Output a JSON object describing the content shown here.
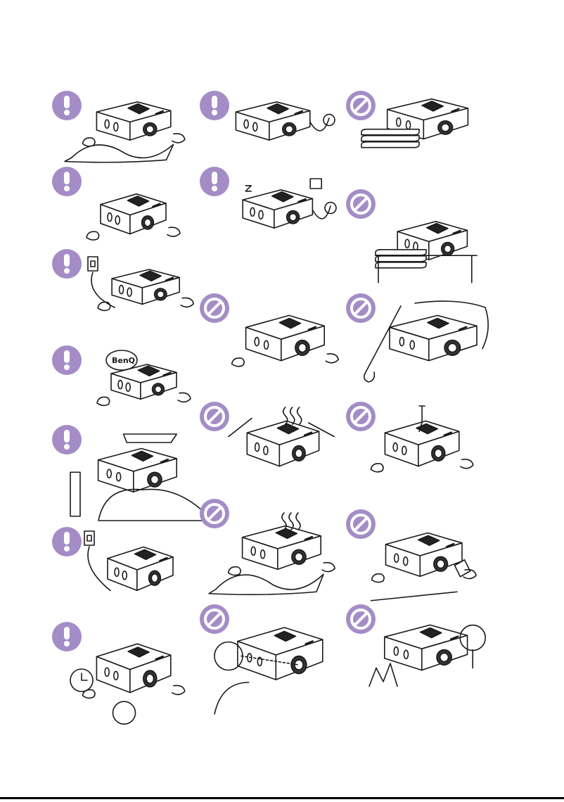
{
  "colors": {
    "badge_purple": "#a48dc6",
    "line": "#1a1a1a",
    "footer_rule": "#000000"
  },
  "icons": {
    "mandatory": "exclamation-icon",
    "prohibited": "prohibition-icon"
  },
  "columns": [
    {
      "items": [
        {
          "id": "c1-1",
          "icon": "mandatory",
          "scene": "projector-lens-cloth"
        },
        {
          "id": "c1-2",
          "icon": "mandatory",
          "scene": "projector-two-hands"
        },
        {
          "id": "c1-3",
          "icon": "mandatory",
          "scene": "projector-wall-plug"
        },
        {
          "id": "c1-4",
          "icon": "mandatory",
          "scene": "projector-benq-service"
        },
        {
          "id": "c1-5",
          "icon": "mandatory",
          "scene": "projector-altitude"
        },
        {
          "id": "c1-6",
          "icon": "mandatory",
          "scene": "projector-unplug-wet"
        },
        {
          "id": "c1-7",
          "icon": "mandatory",
          "scene": "projector-clock-timer"
        }
      ]
    },
    {
      "items": [
        {
          "id": "c2-1",
          "icon": "mandatory",
          "scene": "projector-cord-plug"
        },
        {
          "id": "c2-2",
          "icon": "mandatory",
          "scene": "projector-sleep-adapter"
        },
        {
          "id": "c2-3",
          "icon": "prohibited",
          "scene": "projector-on-cushion"
        },
        {
          "id": "c2-4",
          "icon": "prohibited",
          "scene": "projector-box-heat"
        },
        {
          "id": "c2-5",
          "icon": "prohibited",
          "scene": "projector-cover-cloth"
        },
        {
          "id": "c2-6",
          "icon": "prohibited",
          "scene": "projector-look-lens"
        }
      ]
    },
    {
      "items": [
        {
          "id": "c3-1",
          "icon": "prohibited",
          "scene": "projector-on-books"
        },
        {
          "id": "c3-2",
          "icon": "prohibited",
          "scene": "projector-on-edge-shelf"
        },
        {
          "id": "c3-3",
          "icon": "prohibited",
          "scene": "projector-dusty-broom"
        },
        {
          "id": "c3-4",
          "icon": "prohibited",
          "scene": "projector-screwdriver"
        },
        {
          "id": "c3-5",
          "icon": "prohibited",
          "scene": "projector-spill-cup"
        },
        {
          "id": "c3-6",
          "icon": "prohibited",
          "scene": "projector-fan-hot"
        }
      ]
    }
  ],
  "logo_text": "BenQ"
}
